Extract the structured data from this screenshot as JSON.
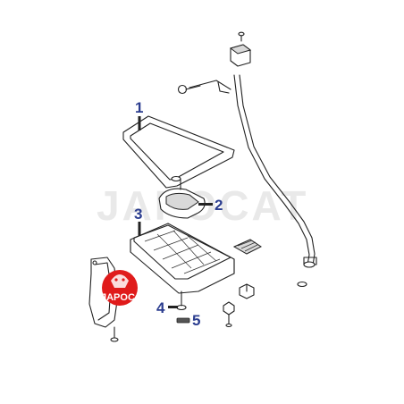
{
  "watermark": "JAPOCAT",
  "logo": {
    "text": "JAPOCAT",
    "color": "#e01b1b"
  },
  "callouts": [
    {
      "id": "1",
      "label": "1"
    },
    {
      "id": "2",
      "label": "2"
    },
    {
      "id": "3",
      "label": "3"
    },
    {
      "id": "4",
      "label": "4"
    },
    {
      "id": "5",
      "label": "5"
    }
  ],
  "callout_color": "#2b3d8f"
}
